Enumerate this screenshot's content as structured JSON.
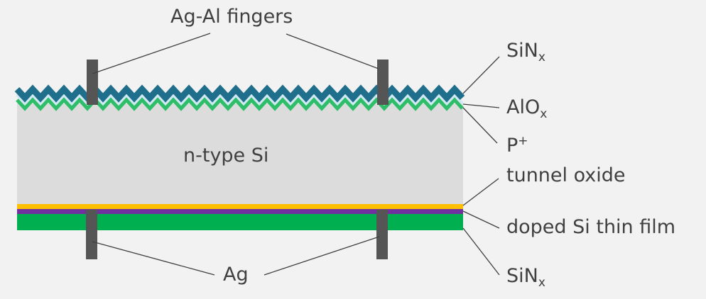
{
  "diagram": {
    "labels": {
      "ag_al_fingers": "Ag-Al fingers",
      "n_type_si": "n-type  Si",
      "ag": "Ag",
      "sinx_top_main": "SiN",
      "sinx_top_sub": "x",
      "alox_main": "AlO",
      "alox_sub": "x",
      "p_plus_main": "P",
      "p_plus_sup": "+",
      "tunnel_oxide": "tunnel  oxide",
      "doped_si_film": "doped  Si thin film",
      "sinx_bottom_main": "SiN",
      "sinx_bottom_sub": "x"
    },
    "colors": {
      "background": "#f2f2f2",
      "silicon": "#dcdcdc",
      "sinx_top": "#1f6e8c",
      "alox": "#cfe8f3",
      "p_plus": "#2ebd68",
      "tunnel_oxide": "#ffc000",
      "doped_si_film": "#7030a0",
      "sinx_bottom": "#00b050",
      "metal": "#555555",
      "leader": "#404040"
    }
  }
}
